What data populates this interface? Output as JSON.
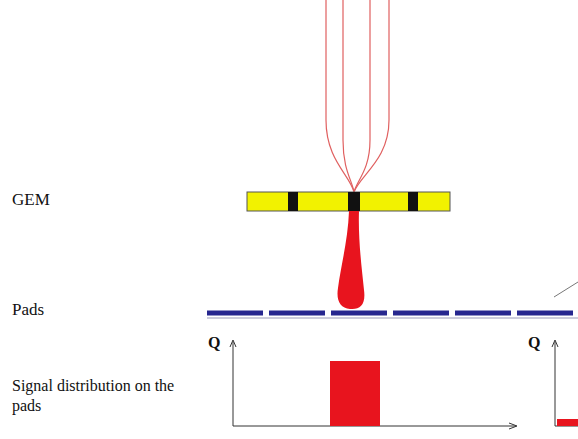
{
  "diagram": {
    "labels": [
      "GEM",
      "Pads",
      "Q",
      "Q",
      "Signal distribution on the pads"
    ]
  }
}
